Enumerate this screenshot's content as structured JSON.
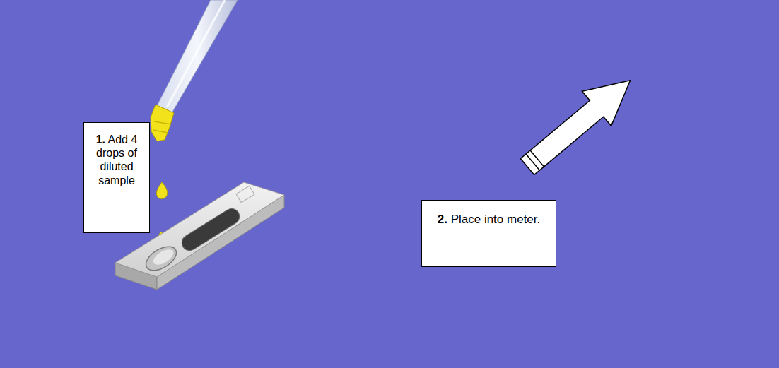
{
  "diagram": {
    "nodes": [
      {
        "text": [
          "1.",
          "Add 4 drops of diluted sample"
        ]
      },
      {
        "text": [
          "2.",
          "Place into meter."
        ]
      }
    ],
    "edges": []
  }
}
